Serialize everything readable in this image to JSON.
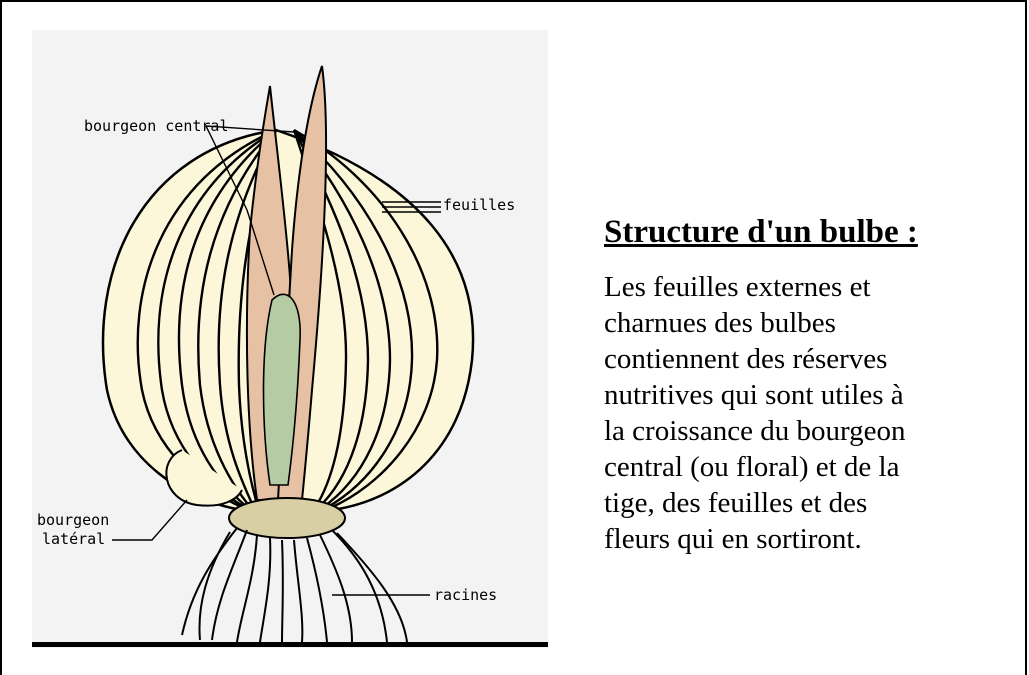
{
  "diagram": {
    "labels": {
      "central_bud": "bourgeon central",
      "leaves": "feuilles",
      "lateral_bud_line1": "bourgeon",
      "lateral_bud_line2": "latéral",
      "roots": "racines"
    }
  },
  "text": {
    "title": "Structure d'un bulbe :",
    "paragraph_lines": [
      "Les feuilles externes et",
      "charnues des bulbes",
      "contiennent des réserves",
      "nutritives qui sont utiles à",
      "la croissance du bourgeon",
      "central (ou floral) et de la",
      "tige, des feuilles et des",
      "fleurs qui en sortiront."
    ]
  },
  "colors": {
    "leaf_fill": "#fbf7d8",
    "stem_fill": "#e6c1a4",
    "central_bud_fill": "#b4cba4",
    "base_fill": "#d9cfa4",
    "outline": "#000000"
  }
}
